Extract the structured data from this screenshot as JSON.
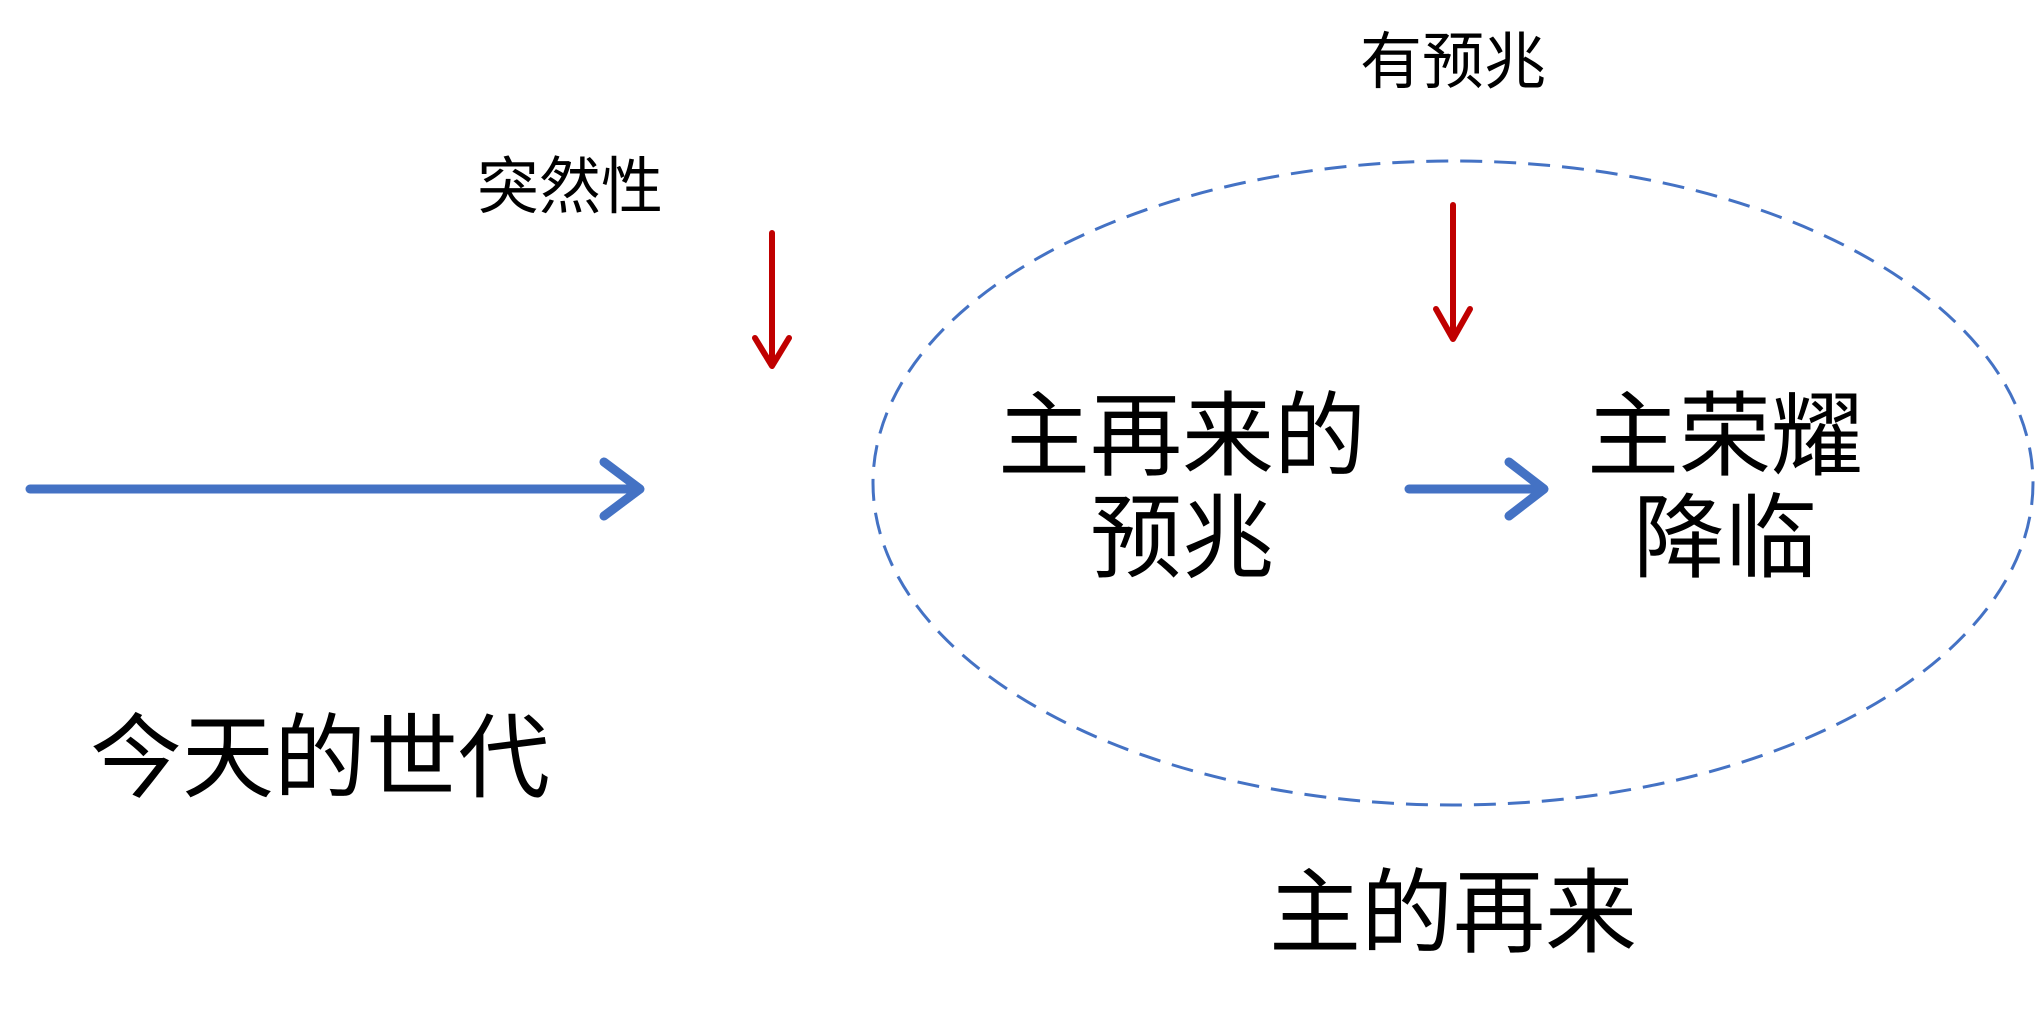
{
  "labels": {
    "sudden": "突然性",
    "has_signs": "有预兆",
    "signs_of_return": [
      "主再来的",
      "预兆"
    ],
    "glory_descends": [
      "主荣耀",
      "降临"
    ],
    "current_generation": "今天的世代",
    "lords_return": "主的再来"
  },
  "colors": {
    "blue_arrow": "#4472C4",
    "red_arrow": "#C00000",
    "ellipse_dash": "#4472C4",
    "text": "#000000",
    "background": "#FFFFFF"
  }
}
